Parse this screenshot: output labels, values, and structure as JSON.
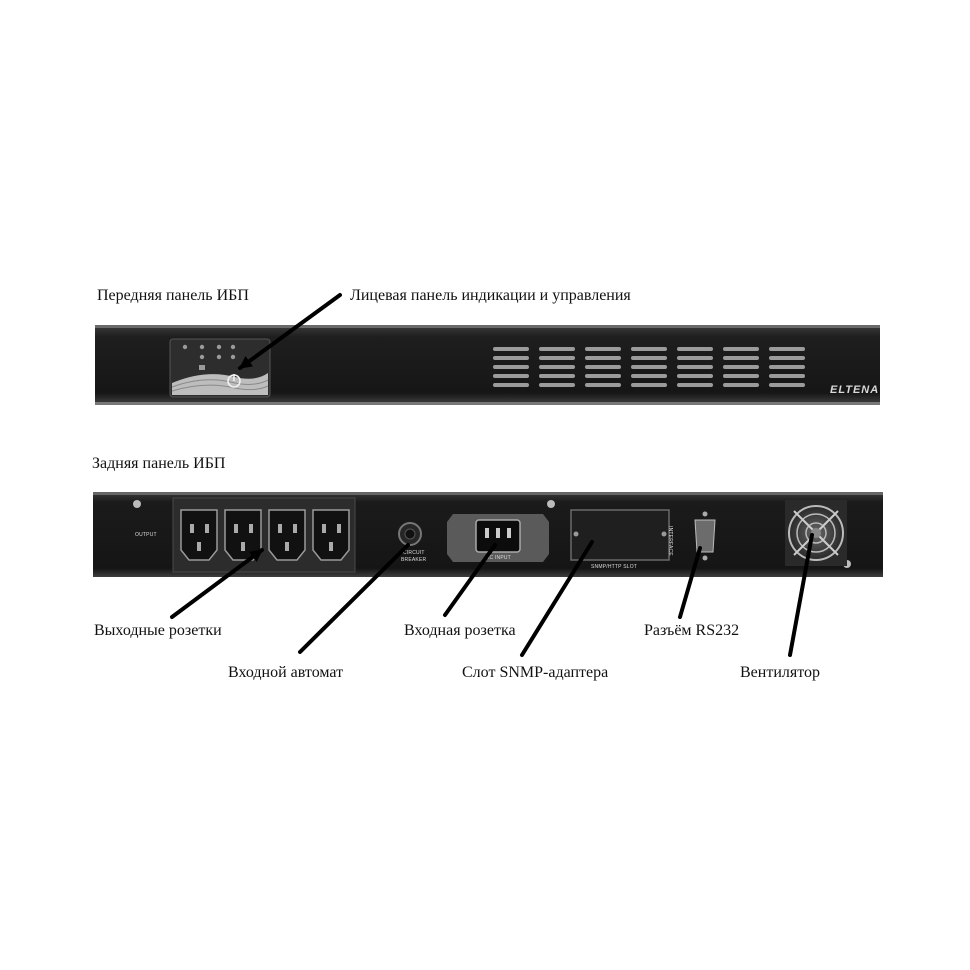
{
  "labels": {
    "front_panel_title": "Передняя панель ИБП",
    "front_display": "Лицевая панель индикации и управления",
    "rear_panel_title": "Задняя панель ИБП",
    "output_sockets": "Выходные розетки",
    "input_breaker": "Входной автомат",
    "input_socket": "Входная розетка",
    "snmp_slot": "Слот SNMP-адаптера",
    "rs232": "Разъём RS232",
    "fan": "Вентилятор"
  },
  "device_markings": {
    "brand": "ELTENA",
    "output": "OUTPUT",
    "circuit_breaker_1": "CIRCUIT",
    "circuit_breaker_2": "BREAKER",
    "ac_input": "AC INPUT",
    "snmp_slot": "SNMP/HTTP SLOT",
    "interface": "INTERFACE"
  },
  "colors": {
    "chassis": "#1c1c1c",
    "chassis_edge": "#3a3a3a",
    "socket_block": "#2a2a2a",
    "callout": "#000000"
  },
  "icons": {
    "power_button": "power-icon",
    "indicators": [
      "plug-icon",
      "battery-icon",
      "bypass-icon",
      "warning-icon",
      "fault-icon"
    ],
    "fan": "fan-grille-icon"
  }
}
